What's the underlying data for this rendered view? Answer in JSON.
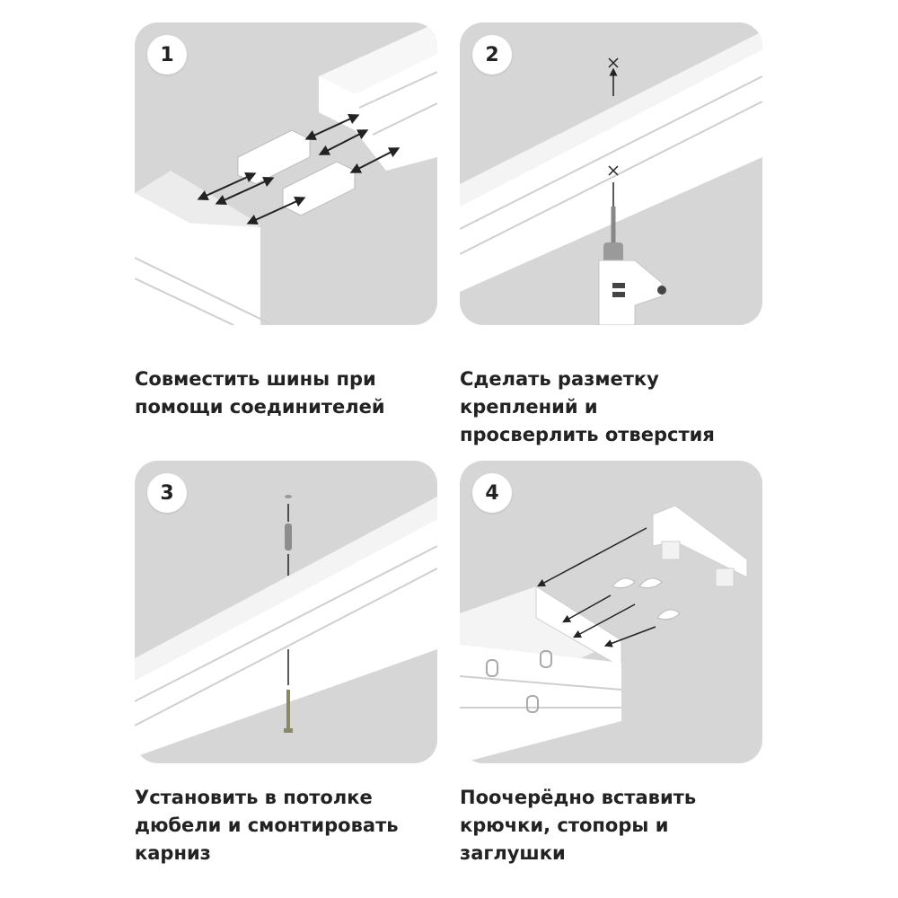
{
  "steps": [
    {
      "number": "1",
      "caption": "Совместить шины при\nпомощи соединителей"
    },
    {
      "number": "2",
      "caption": "Сделать разметку\nкреплений и\nпросверлить отверстия"
    },
    {
      "number": "3",
      "caption": "Установить в потолке\nдюбели и смонтировать\nкарниз"
    },
    {
      "number": "4",
      "caption": "Поочерёдно вставить\nкрючки, стопоры и\nзаглушки"
    }
  ],
  "colors": {
    "panel_bg": "#d6d6d6",
    "rail": "#ffffff",
    "badge_bg": "#ffffff",
    "text": "#222222",
    "arrow": "#222222"
  },
  "icons": [
    "drill-icon",
    "dowel-icon",
    "hook-icon",
    "end-cap-icon",
    "connector-icon"
  ]
}
